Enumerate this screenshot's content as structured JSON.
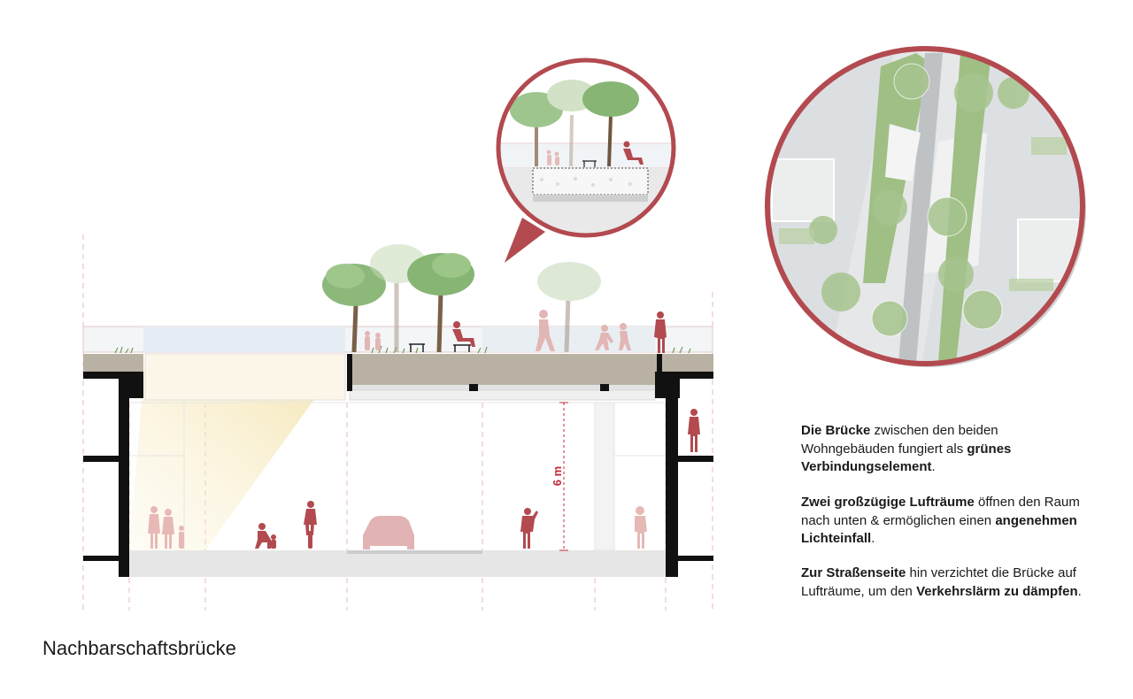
{
  "caption": "Nachbarschaftsbrücke",
  "dimension": {
    "label": "6 m"
  },
  "description": [
    [
      {
        "text": "Die Brücke",
        "bold": true
      },
      {
        "text": " zwischen den beiden Wohngebäuden fungiert als ",
        "bold": false
      },
      {
        "text": "grünes Verbindungselement",
        "bold": true
      },
      {
        "text": ".",
        "bold": false
      }
    ],
    [
      {
        "text": "Zwei großzügige Lufträume",
        "bold": true
      },
      {
        "text": " öffnen den Raum nach unten & ermöglichen einen ",
        "bold": false
      },
      {
        "text": "angenehmen Lichteinfall",
        "bold": true
      },
      {
        "text": ".",
        "bold": false
      }
    ],
    [
      {
        "text": "Zur Straßenseite",
        "bold": true
      },
      {
        "text": " hin verzichtet die Brücke auf Lufträume, um den ",
        "bold": false
      },
      {
        "text": "Verkehrslärm zu dämpfen",
        "bold": true
      },
      {
        "text": ".",
        "bold": false
      }
    ]
  ],
  "colors": {
    "accent_red": "#b24a4f",
    "dimension_red": "#c0283a",
    "soil": "#b9b2a4",
    "tree_green": "#8cb97a",
    "trunk": "#7a6048",
    "light_yellow": "#f5e7b8"
  }
}
